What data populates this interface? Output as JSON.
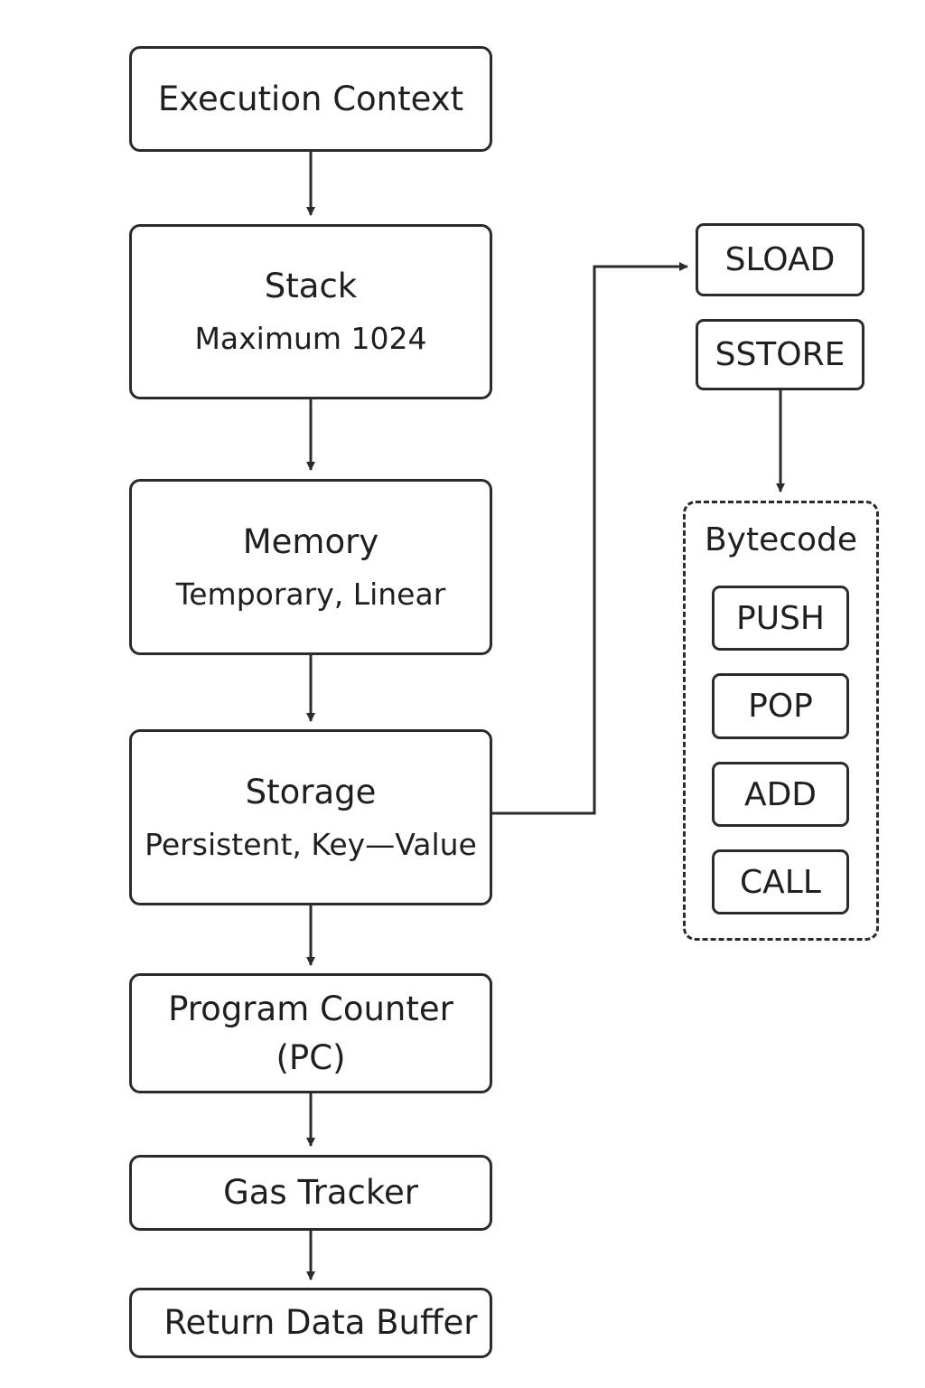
{
  "main_flow": {
    "execution_context": {
      "title": "Execution Context"
    },
    "stack": {
      "title": "Stack",
      "subtitle": "Maximum 1024"
    },
    "memory": {
      "title": "Memory",
      "subtitle": "Temporary, Linear"
    },
    "storage": {
      "title": "Storage",
      "subtitle": "Persistent, Key—Value"
    },
    "program_counter": {
      "title_line1": "Program Counter",
      "title_line2": "(PC)"
    },
    "gas_tracker": {
      "title": "Gas Tracker"
    },
    "return_data_buffer": {
      "title": "Return Data Buffer"
    }
  },
  "storage_ops": {
    "sload": "SLOAD",
    "sstore": "SSTORE"
  },
  "bytecode": {
    "label": "Bytecode",
    "ops": [
      "PUSH",
      "POP",
      "ADD",
      "CALL"
    ]
  },
  "colors": {
    "stroke": "#2b2b2b",
    "background": "#ffffff",
    "text": "#1f1f1f"
  }
}
